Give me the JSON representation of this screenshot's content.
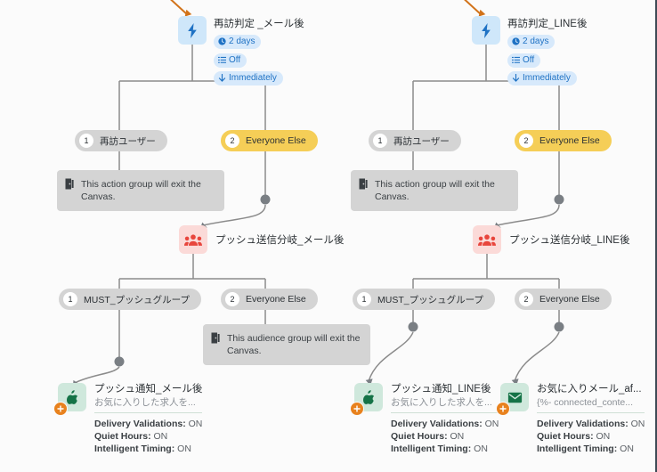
{
  "canvas": {
    "name": "braze-canvas-workflow",
    "background": "#fbfbfb",
    "accent_blue": "#1f72c4",
    "accent_yellow": "#f5ce57",
    "accent_orange": "#e8821e",
    "accent_pink": "#fbdad8",
    "accent_green": "#cfe8dc",
    "edge_color": "#8b8b8b",
    "orange_edge_color": "#d2731a"
  },
  "branches": [
    {
      "id": "mail",
      "delay": {
        "title": "再訪判定 _メール後",
        "icon": "lightning-icon",
        "chips": [
          {
            "icon": "clock-icon",
            "label": "2 days"
          },
          {
            "icon": "list-icon",
            "label": "Off"
          },
          {
            "icon": "arrow-down-icon",
            "label": "Immediately"
          }
        ]
      },
      "split_one": [
        {
          "num": "1",
          "label": "再訪ユーザー",
          "style": "grey"
        },
        {
          "num": "2",
          "label": "Everyone Else",
          "style": "yellow"
        }
      ],
      "exit_note_one": {
        "icon": "exit-door-icon",
        "text": "This action group will exit the Canvas."
      },
      "audience_split": {
        "title": "プッシュ送信分岐_メール後",
        "icon": "audience-icon"
      },
      "split_two": [
        {
          "num": "1",
          "label": "MUST_プッシュグループ",
          "style": "grey"
        },
        {
          "num": "2",
          "label": "Everyone Else",
          "style": "grey"
        }
      ],
      "exit_note_two": {
        "icon": "exit-door-icon",
        "text": "This audience group will exit the Canvas."
      },
      "messages": [
        {
          "icon": "apple-push-icon",
          "title": "プッシュ通知_メール後",
          "subtitle": "お気に入りした求人を...",
          "settings": [
            {
              "label": "Delivery Validations:",
              "value": "ON"
            },
            {
              "label": "Quiet Hours:",
              "value": "ON"
            },
            {
              "label": "Intelligent Timing:",
              "value": "ON"
            }
          ]
        }
      ]
    },
    {
      "id": "line",
      "delay": {
        "title": "再訪判定_LINE後",
        "icon": "lightning-icon",
        "chips": [
          {
            "icon": "clock-icon",
            "label": "2 days"
          },
          {
            "icon": "list-icon",
            "label": "Off"
          },
          {
            "icon": "arrow-down-icon",
            "label": "Immediately"
          }
        ]
      },
      "split_one": [
        {
          "num": "1",
          "label": "再訪ユーザー",
          "style": "grey"
        },
        {
          "num": "2",
          "label": "Everyone Else",
          "style": "yellow"
        }
      ],
      "exit_note_one": {
        "icon": "exit-door-icon",
        "text": "This action group will exit the Canvas."
      },
      "audience_split": {
        "title": "プッシュ送信分岐_LINE後",
        "icon": "audience-icon"
      },
      "split_two": [
        {
          "num": "1",
          "label": "MUST_プッシュグループ",
          "style": "grey"
        },
        {
          "num": "2",
          "label": "Everyone Else",
          "style": "grey"
        }
      ],
      "messages": [
        {
          "icon": "apple-push-icon",
          "title": "プッシュ通知_LINE後",
          "subtitle": "お気に入りした求人を...",
          "settings": [
            {
              "label": "Delivery Validations:",
              "value": "ON"
            },
            {
              "label": "Quiet Hours:",
              "value": "ON"
            },
            {
              "label": "Intelligent Timing:",
              "value": "ON"
            }
          ]
        },
        {
          "icon": "email-icon",
          "title": "お気に入りメール_af...",
          "subtitle": "{%- connected_conte...",
          "settings": [
            {
              "label": "Delivery Validations:",
              "value": "ON"
            },
            {
              "label": "Quiet Hours:",
              "value": "ON"
            },
            {
              "label": "Intelligent Timing:",
              "value": "ON"
            }
          ]
        }
      ]
    }
  ]
}
